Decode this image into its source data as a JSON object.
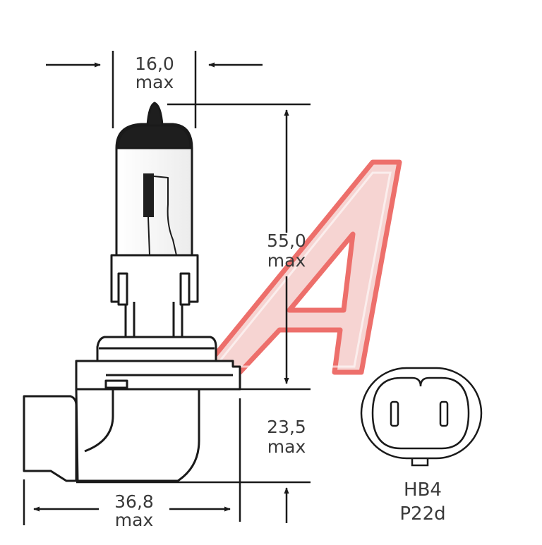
{
  "dimensions": {
    "width_top": {
      "value": "16,0",
      "unit": "max"
    },
    "height_bulb": {
      "value": "55,0",
      "unit": "max"
    },
    "height_base": {
      "value": "23,5",
      "unit": "max"
    },
    "width_base": {
      "value": "36,8",
      "unit": "max"
    }
  },
  "socket": {
    "type": "HB4",
    "base": "P22d"
  },
  "watermark": {
    "text": "A",
    "color": "#e8403a"
  },
  "colors": {
    "line": "#1a1a1a",
    "text": "#3a3a3a",
    "background": "#ffffff"
  }
}
